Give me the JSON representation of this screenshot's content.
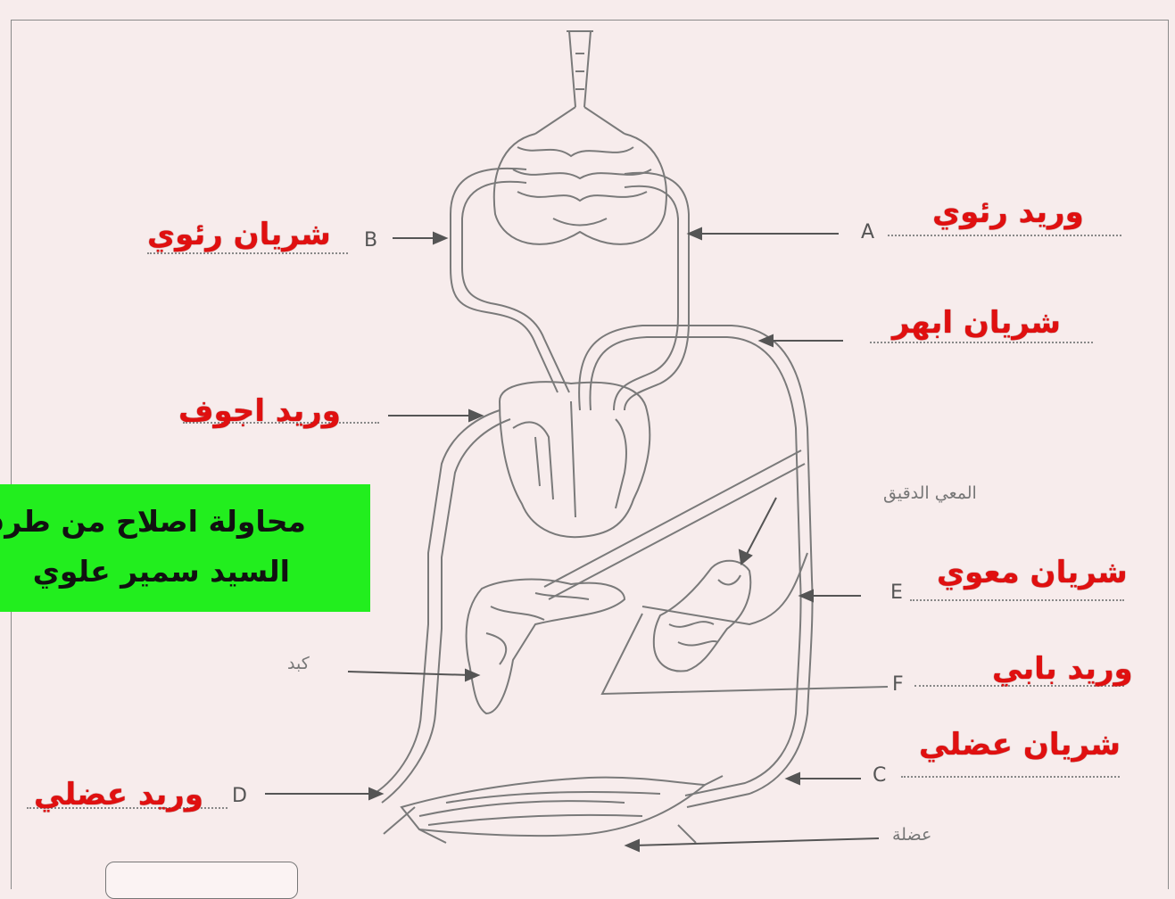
{
  "labels_red": {
    "pulmonary_vein": "وريد رئوي",
    "pulmonary_artery": "شريان رئوي",
    "aorta": "شريان ابهر",
    "vena_cava": "وريد اجوف",
    "intestinal_artery": "شريان معوي",
    "portal_vein": "وريد بابي",
    "muscle_artery": "شريان عضلي",
    "muscle_vein": "وريد عضلي"
  },
  "letters": {
    "a": "A",
    "b": "B",
    "c": "C",
    "d": "D",
    "e": "E",
    "f": "F"
  },
  "labels_gray": {
    "small_intestine": "المعي الدقيق",
    "liver": "كبد",
    "muscle": "عضلة"
  },
  "note": {
    "line1": "محاولة اصلاح من طرف",
    "line2": "السيد سمير علوي"
  },
  "colors": {
    "label_red": "#e01010",
    "note_green": "#22ee1e",
    "line_gray": "#7a7a7a"
  }
}
